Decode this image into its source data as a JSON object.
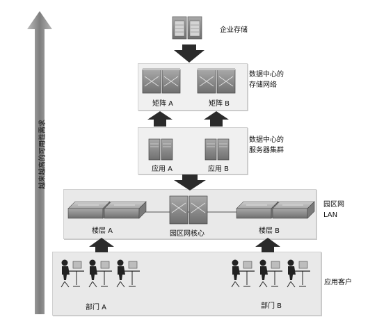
{
  "axis_label": "越来越高的可用性需求",
  "layers": {
    "enterprise_storage": {
      "label": "企业存储"
    },
    "storage_network": {
      "label_line1": "数据中心的",
      "label_line2": "存储网络",
      "array_a": "矩阵 A",
      "array_b": "矩阵 B"
    },
    "server_cluster": {
      "label_line1": "数据中心的",
      "label_line2": "服务器集群",
      "app_a": "应用 A",
      "app_b": "应用 B"
    },
    "campus_lan": {
      "label_line1": "园区网",
      "label_line2": "LAN",
      "floor_a": "楼层 A",
      "core": "园区网核心",
      "floor_b": "楼层 B"
    },
    "clients": {
      "label": "应用客户",
      "dept_a": "部门 A",
      "dept_b": "部门 B"
    }
  },
  "colors": {
    "arrow": "#2b2b2b",
    "axis_arrow": "#9a9a9a",
    "panel": "#e9e9e9",
    "device": "#8c8c8c"
  }
}
